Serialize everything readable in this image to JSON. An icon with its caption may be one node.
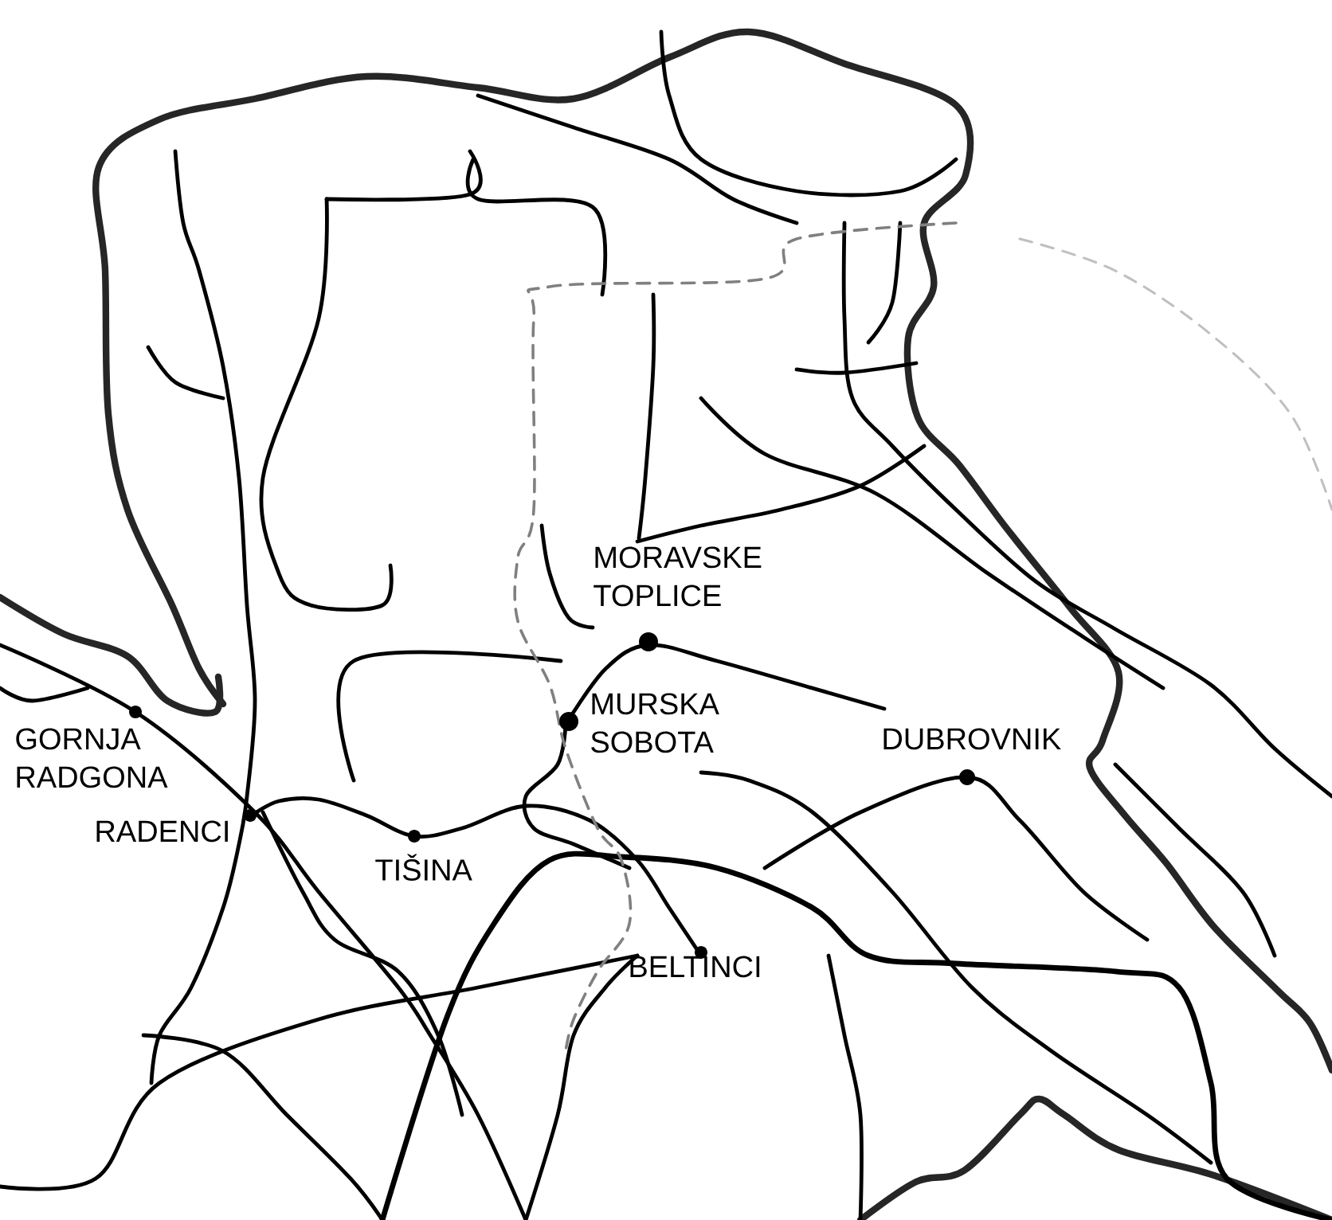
{
  "diagram": {
    "labels": [
      "MORAVSKE TOPLICE",
      "GORNJA RADGONA",
      "MURSKA SOBOTA",
      "DUBROVNIK",
      "RADENCI",
      "TIŠINA",
      "BELTINCI"
    ]
  }
}
